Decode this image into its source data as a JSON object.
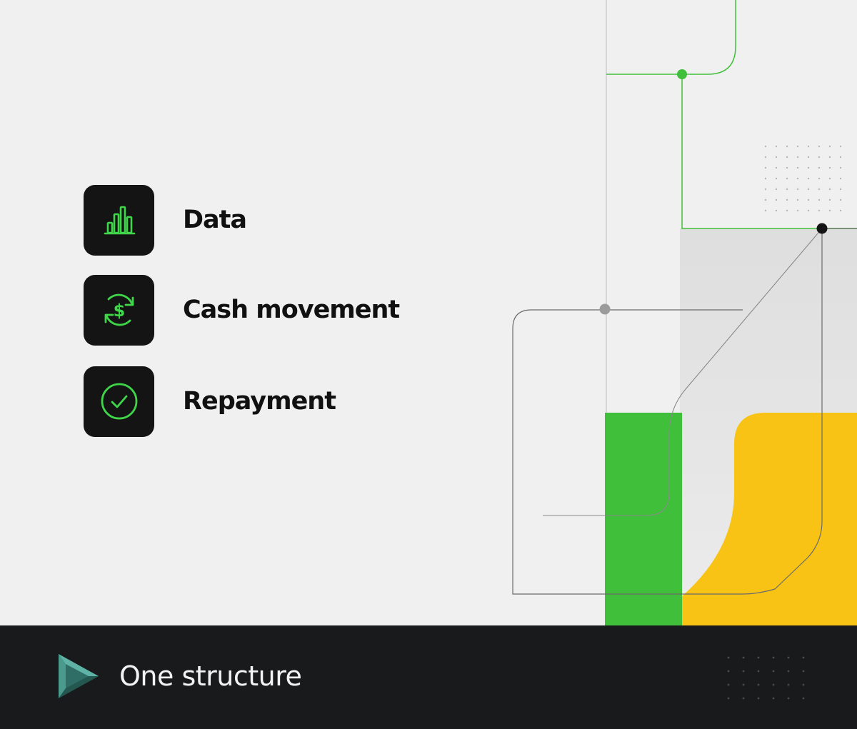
{
  "features": [
    {
      "label": "Data",
      "icon": "bar-chart-icon"
    },
    {
      "label": "Cash movement",
      "icon": "dollar-cycle-icon"
    },
    {
      "label": "Repayment",
      "icon": "check-circle-icon"
    }
  ],
  "footer": {
    "brand_text": "One structure",
    "logo_icon": "play-triangle-logo"
  },
  "colors": {
    "accent_green": "#3fbf3a",
    "accent_yellow": "#f8c314",
    "tile_bg": "#141414",
    "icon_green": "#3fd64a",
    "footer_bg": "#191a1c"
  }
}
